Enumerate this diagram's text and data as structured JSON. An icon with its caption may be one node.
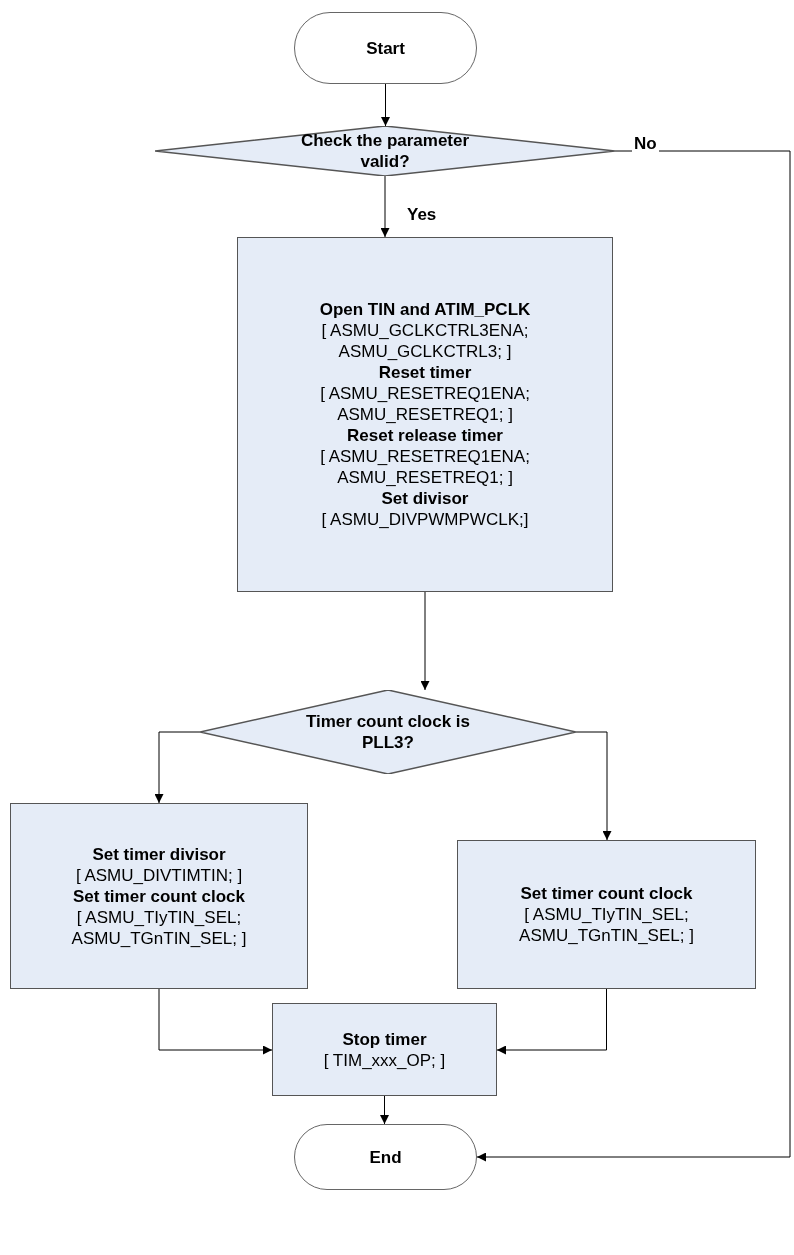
{
  "diagram": {
    "nodes": [
      {
        "text": [
          "Start"
        ]
      },
      {
        "text": [
          "Check the parameter valid?"
        ]
      },
      {
        "text": [
          "Open TIN and ATIM_PCLK",
          "[ ASMU_GCLKCTRL3ENA; ASMU_GCLKCTRL3; ]",
          "Reset timer",
          "[ ASMU_RESETREQ1ENA; ASMU_RESETREQ1; ]",
          "Reset release timer",
          "[ ASMU_RESETREQ1ENA; ASMU_RESETREQ1; ]",
          "Set divisor",
          "[ ASMU_DIVPWMPWCLK;]"
        ]
      },
      {
        "text": [
          "Timer count clock is PLL3?"
        ]
      },
      {
        "text": [
          "Set timer divisor",
          "[ ASMU_DIVTIMTIN; ]",
          "Set timer count clock",
          "[ ASMU_TIyTIN_SEL; ASMU_TGnTIN_SEL; ]"
        ]
      },
      {
        "text": [
          "Set timer count clock",
          "[ ASMU_TIyTIN_SEL; ASMU_TGnTIN_SEL; ]"
        ]
      },
      {
        "text": [
          "Stop timer",
          "[ TIM_xxx_OP; ]"
        ]
      },
      {
        "text": [
          "End"
        ]
      }
    ],
    "edges": [
      {
        "from": 0,
        "to": 1,
        "arrow": "to"
      },
      {
        "from": 1,
        "to": 2,
        "arrow": "to",
        "label": "Yes"
      },
      {
        "from": 1,
        "to": 7,
        "arrow": "to",
        "label": "No"
      },
      {
        "from": 2,
        "to": 3,
        "arrow": "to"
      },
      {
        "from": 3,
        "to": 4,
        "arrow": "to"
      },
      {
        "from": 3,
        "to": 5,
        "arrow": "to"
      },
      {
        "from": 4,
        "to": 6,
        "arrow": "to"
      },
      {
        "from": 5,
        "to": 6,
        "arrow": "to"
      },
      {
        "from": 6,
        "to": 7,
        "arrow": "to"
      }
    ]
  }
}
